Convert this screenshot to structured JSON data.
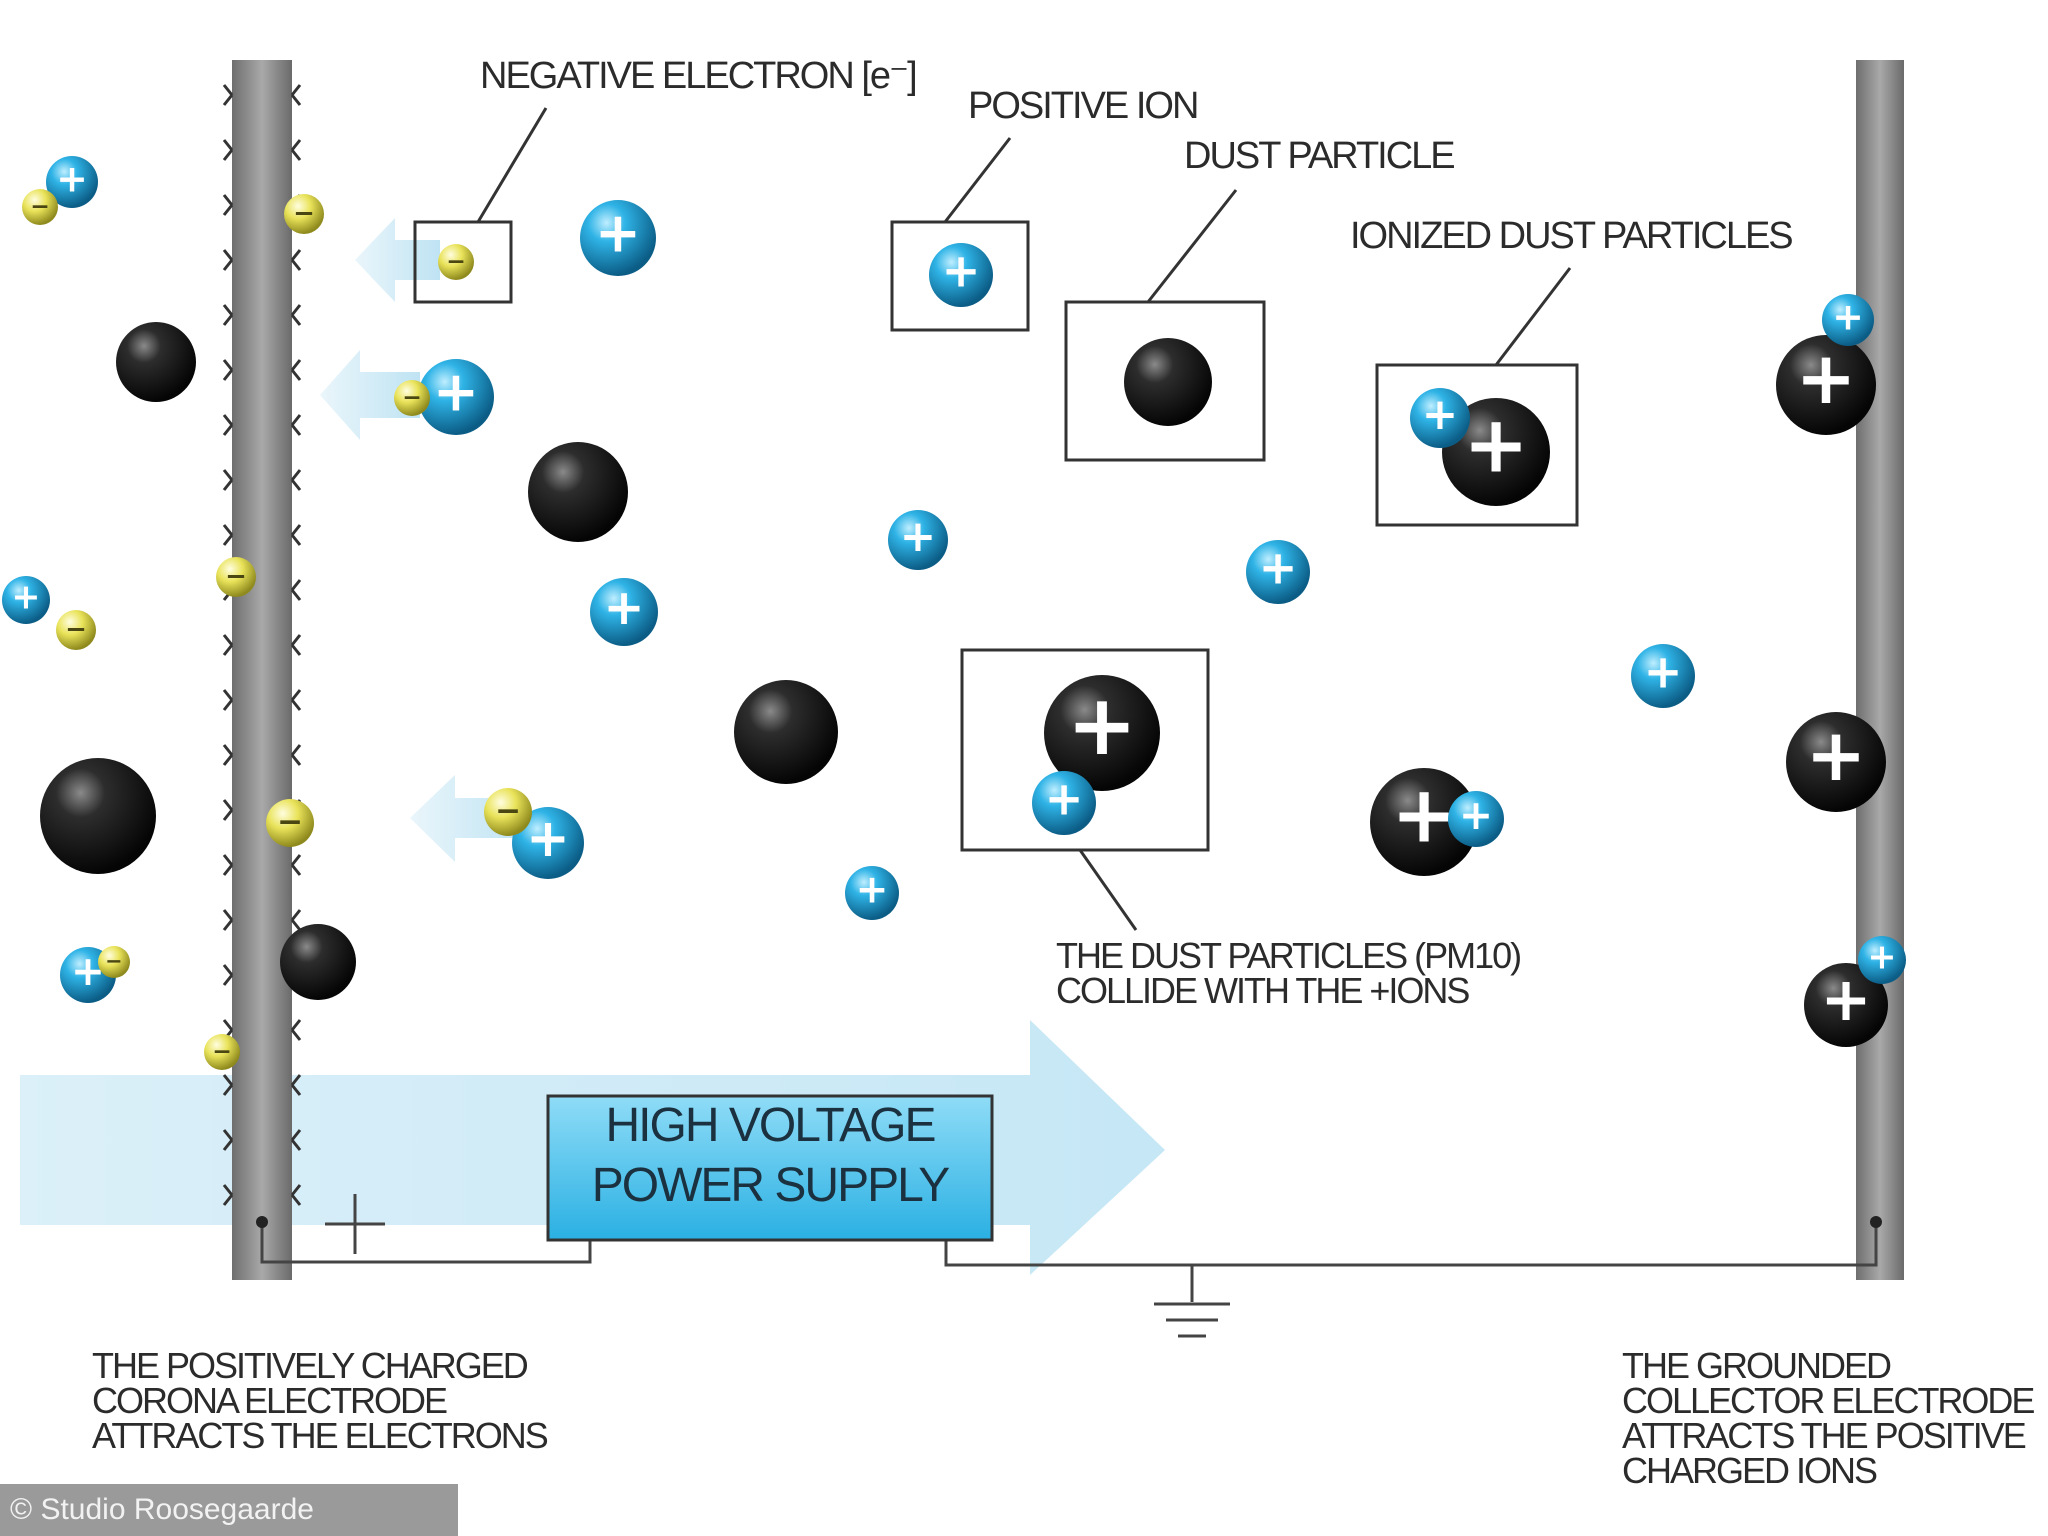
{
  "labels": {
    "negative_electron": "NEGATIVE ELECTRON [e⁻]",
    "positive_ion": "POSITIVE ION",
    "dust_particle": "DUST PARTICLE",
    "ionized_dust": "IONIZED DUST PARTICLES",
    "collide": "THE DUST PARTICLES (PM10)\nCOLLIDE WITH THE +IONS",
    "power_supply": "HIGH VOLTAGE\nPOWER SUPPLY",
    "corona": "THE POSITIVELY CHARGED\nCORONA ELECTRODE\nATTRACTS THE ELECTRONS",
    "collector": "THE GROUNDED\nCOLLECTOR ELECTRODE\nATTRACTS THE POSITIVE\nCHARGED IONS",
    "credit": "© Studio Roosegaarde"
  },
  "symbols": {
    "plus": "+",
    "minus": "−"
  },
  "colors": {
    "ion": "#1fa0d6",
    "electron": "#e9e35a",
    "dust": "#1e1e1e",
    "electrode": "#8f8f8f",
    "arrow": "#cdeaf7",
    "power_box": "#5cc6ee"
  }
}
